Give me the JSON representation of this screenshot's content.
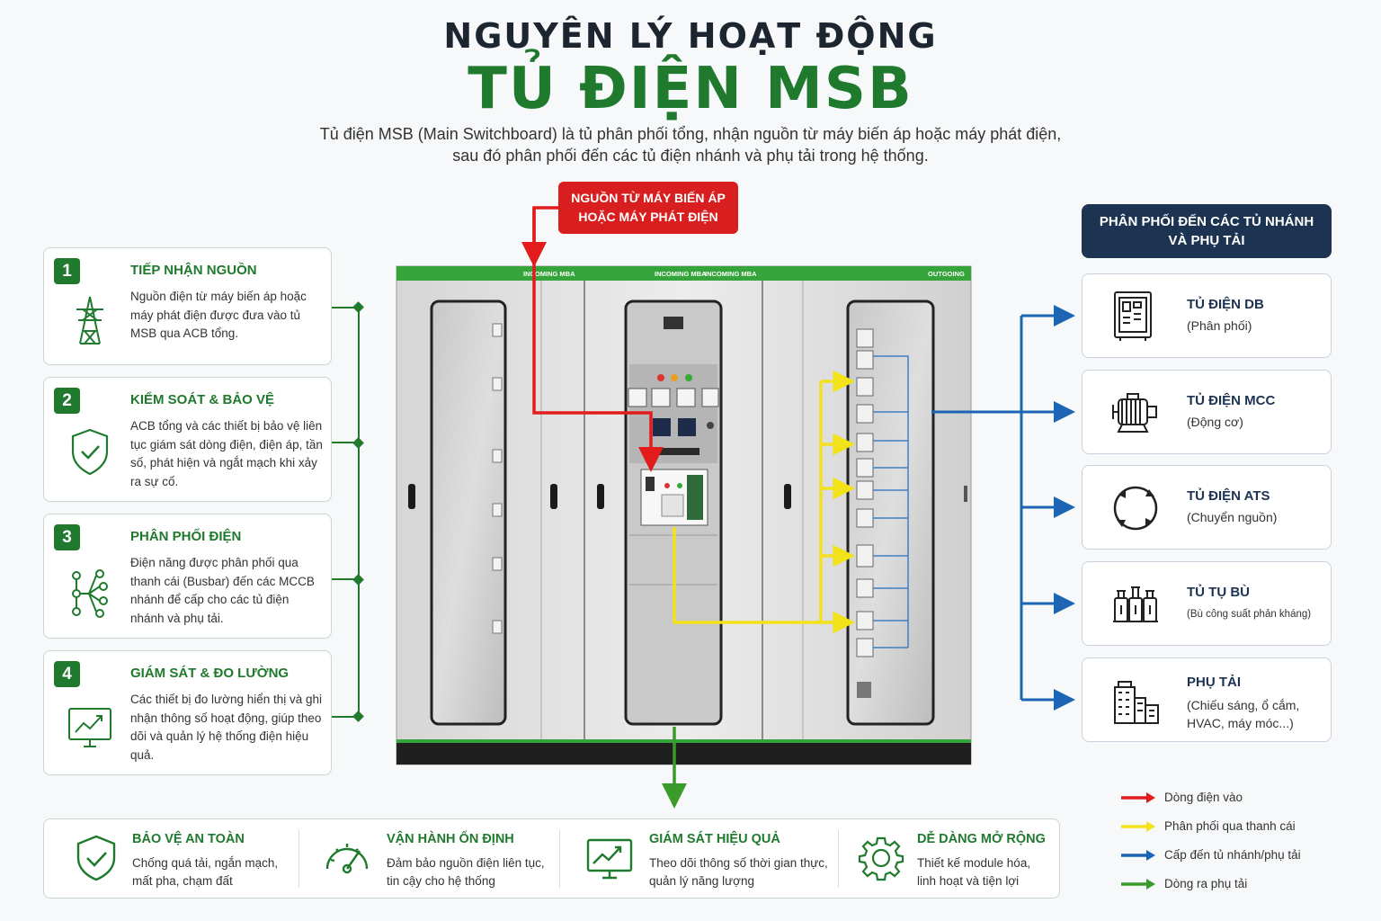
{
  "header": {
    "title_line1": "NGUYÊN LÝ HOẠT ĐỘNG",
    "title_line2": "TỦ ĐIỆN MSB",
    "description_line1": "Tủ điện MSB (Main Switchboard) là tủ phân phối tổng, nhận nguồn từ máy biến áp hoặc máy phát điện,",
    "description_line2": "sau đó phân phối đến các tủ điện nhánh và phụ tải trong hệ thống."
  },
  "source": {
    "line1": "NGUỒN TỪ MÁY BIẾN ÁP",
    "line2": "HOẶC MÁY PHÁT ĐIỆN",
    "color": "#d81e1e"
  },
  "distribution": {
    "line1": "PHÂN PHỐI ĐẾN CÁC TỦ NHÁNH",
    "line2": "VÀ PHỤ TẢI",
    "color": "#1c3352"
  },
  "cabinet": {
    "panel_labels": [
      "INCOMING MBA",
      "INCOMING MBA",
      "INCOMING MBA",
      "OUTGOING"
    ]
  },
  "steps": [
    {
      "number": "1",
      "title": "TIẾP NHẬN NGUỒN",
      "text": "Nguồn điện từ máy biến áp hoặc máy phát điện được đưa vào tủ MSB qua ACB tổng.",
      "icon": "power-tower-icon"
    },
    {
      "number": "2",
      "title": "KIỂM SOÁT & BẢO VỆ",
      "text": "ACB tổng và các thiết bị bảo vệ liên tục giám sát dòng điện, điện áp, tần số, phát hiện và ngắt mạch khi xảy ra sự cố.",
      "icon": "shield-check-icon"
    },
    {
      "number": "3",
      "title": "PHÂN PHỐI ĐIỆN",
      "text": "Điện năng được phân phối qua thanh cái (Busbar) đến các MCCB nhánh để cấp cho các tủ điện nhánh và phụ tải.",
      "icon": "network-branch-icon"
    },
    {
      "number": "4",
      "title": "GIÁM SÁT & ĐO LƯỜNG",
      "text": "Các thiết bị đo lường hiển thị và ghi nhận thông số hoạt động, giúp theo dõi và quản lý hệ thống điện hiệu quả.",
      "icon": "monitor-chart-icon"
    }
  ],
  "destinations": [
    {
      "title": "TỦ ĐIỆN DB",
      "subtitle": "(Phân phối)",
      "icon": "db-panel-icon"
    },
    {
      "title": "TỦ ĐIỆN MCC",
      "subtitle": "(Động cơ)",
      "icon": "motor-icon"
    },
    {
      "title": "TỦ ĐIỆN ATS",
      "subtitle": "(Chuyển nguồn)",
      "icon": "transfer-cycle-icon"
    },
    {
      "title": "TỦ TỤ BÙ",
      "subtitle": "(Bù công suất phản kháng)",
      "icon": "capacitor-icon"
    },
    {
      "title": "PHỤ TẢI",
      "subtitle": "(Chiếu sáng, ổ cắm, HVAC, máy móc...)",
      "icon": "buildings-icon"
    }
  ],
  "features": [
    {
      "title": "BẢO VỆ AN TOÀN",
      "text": "Chống quá tải, ngắn mạch, mất pha, chạm đất",
      "icon": "shield-check-icon"
    },
    {
      "title": "VẬN HÀNH ỔN ĐỊNH",
      "text": "Đảm bảo nguồn điện liên tục, tin cậy cho hệ thống",
      "icon": "gauge-icon"
    },
    {
      "title": "GIÁM SÁT HIỆU QUẢ",
      "text": "Theo dõi thông số thời gian thực, quản lý năng lượng",
      "icon": "monitor-chart-icon"
    },
    {
      "title": "DỄ DÀNG MỞ RỘNG",
      "text": "Thiết kế module hóa, linh hoạt và tiện lợi",
      "icon": "gear-icon"
    }
  ],
  "legend": [
    {
      "label": "Dòng điện vào",
      "color": "#e21c1c"
    },
    {
      "label": "Phân phối qua thanh cái",
      "color": "#f2e21a"
    },
    {
      "label": "Cấp đến tủ nhánh/phụ tải",
      "color": "#1c64b4"
    },
    {
      "label": "Dòng ra phụ tải",
      "color": "#3a9a2a"
    }
  ],
  "colors": {
    "brand_green": "#1f7a2e",
    "navy": "#1c3352",
    "flow_red": "#e21c1c",
    "flow_yellow": "#f2e21a",
    "flow_blue": "#1c64b4",
    "flow_green": "#3a9a2a"
  }
}
